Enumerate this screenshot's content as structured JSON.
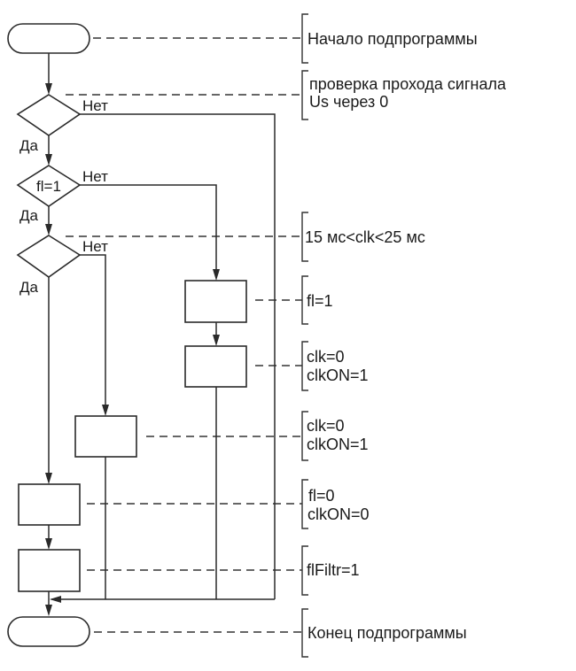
{
  "diagram": {
    "type": "flowchart",
    "start": {
      "label": ""
    },
    "end": {
      "label": ""
    },
    "decisions": [
      {
        "id": "d1",
        "text": "",
        "yes_label": "Да",
        "no_label": "Нет"
      },
      {
        "id": "d2",
        "text": "fl=1",
        "yes_label": "Да",
        "no_label": "Нет"
      },
      {
        "id": "d3",
        "text": "",
        "yes_label": "Да",
        "no_label": "Нет"
      }
    ],
    "processes": [
      {
        "id": "p_set_fl",
        "text": ""
      },
      {
        "id": "p_reset_clk_a",
        "text": ""
      },
      {
        "id": "p_reset_clk_b",
        "text": ""
      },
      {
        "id": "p_clear_fl",
        "text": ""
      },
      {
        "id": "p_filter",
        "text": ""
      }
    ],
    "comments": [
      {
        "target": "start",
        "lines": [
          "Начало подпрограммы"
        ]
      },
      {
        "target": "d1",
        "lines": [
          "проверка прохода сигнала",
          "Us через 0"
        ]
      },
      {
        "target": "d3",
        "lines": [
          "15 мс<clk<25 мс"
        ]
      },
      {
        "target": "p_set_fl",
        "lines": [
          "fl=1"
        ]
      },
      {
        "target": "p_reset_clk_a",
        "lines": [
          "clk=0",
          "clkON=1"
        ]
      },
      {
        "target": "p_reset_clk_b",
        "lines": [
          "clk=0",
          "clkON=1"
        ]
      },
      {
        "target": "p_clear_fl",
        "lines": [
          "fl=0",
          "clkON=0"
        ]
      },
      {
        "target": "p_filter",
        "lines": [
          "flFiltr=1"
        ]
      },
      {
        "target": "end",
        "lines": [
          "Конец подпрограммы"
        ]
      }
    ],
    "colors": {
      "line": "#2a2a2a",
      "background": "#ffffff"
    }
  }
}
